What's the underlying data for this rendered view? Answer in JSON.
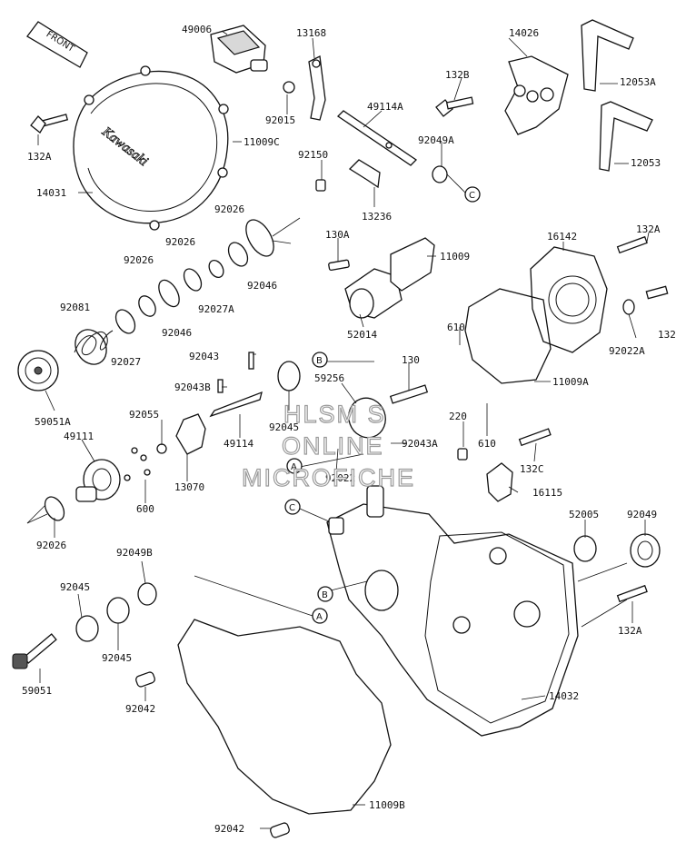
{
  "front_badge": "FRONT",
  "brand_mark": "Kawasaki",
  "watermark": [
    "HLSM S",
    "ONLINE",
    "MICROFICHE"
  ],
  "parts": {
    "p49006": "49006",
    "p13168": "13168",
    "p14026": "14026",
    "p132B": "132B",
    "p12053A": "12053A",
    "p92015": "92015",
    "p49114A": "49114A",
    "p11009C": "11009C",
    "p132A_top": "132A",
    "p92150": "92150",
    "p92049A": "92049A",
    "p12053": "12053",
    "p14031": "14031",
    "p13236": "13236",
    "p92026_a": "92026",
    "p92026_b": "92026",
    "p92026_c": "92026",
    "p92046_a": "92046",
    "p130A": "130A",
    "p11009": "11009",
    "p16142": "16142",
    "p132A_r": "132A",
    "p92027A": "92027A",
    "p132": "132",
    "p92081": "92081",
    "p92046_b": "92046",
    "p52014": "52014",
    "p610_a": "610",
    "p92022A": "92022A",
    "p92027": "92027",
    "p92043": "92043",
    "p130": "130",
    "p11009A": "11009A",
    "p59256": "59256",
    "p92043B": "92043B",
    "p59051A": "59051A",
    "p92055": "92055",
    "p92045_a": "92045",
    "p220": "220",
    "p49111": "49111",
    "p49114": "49114",
    "p610_b": "610",
    "p92043A": "92043A",
    "p132C": "132C",
    "p92022": "92022",
    "p13070": "13070",
    "p16115": "16115",
    "p600": "600",
    "p52005": "52005",
    "p92049": "92049",
    "p92026_d": "92026",
    "p92049B": "92049B",
    "p92045_b": "92045",
    "p132A_b": "132A",
    "p92045_c": "92045",
    "p59051": "59051",
    "p14032": "14032",
    "p92042_a": "92042",
    "p11009B": "11009B",
    "p92042_b": "92042"
  },
  "refs": {
    "B1": "B",
    "C1": "C",
    "A1": "A",
    "C2": "C",
    "B2": "B",
    "A2": "A"
  }
}
